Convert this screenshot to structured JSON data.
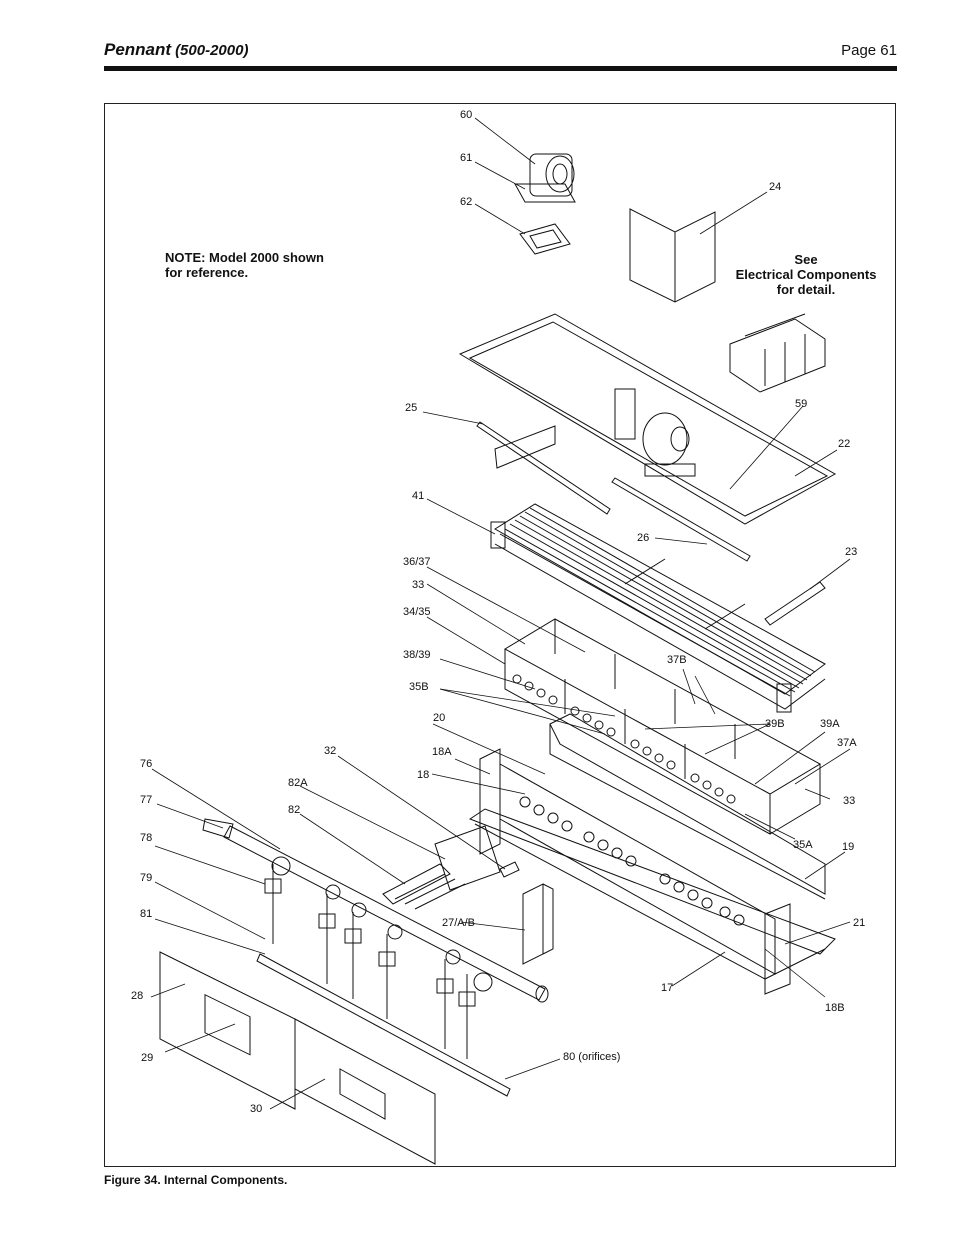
{
  "header": {
    "brand": "Pennant",
    "model": "(500-2000)",
    "page": "Page 61"
  },
  "figure": {
    "note_line1": "NOTE: Model 2000 shown",
    "note_line2": "for reference.",
    "see_line1": "See",
    "see_line2": "Electrical Components",
    "see_line3": "for detail.",
    "caption": "Figure 34. Internal Components."
  },
  "callouts": [
    {
      "id": "60"
    },
    {
      "id": "61"
    },
    {
      "id": "62"
    },
    {
      "id": "24"
    },
    {
      "id": "25"
    },
    {
      "id": "59"
    },
    {
      "id": "22"
    },
    {
      "id": "41"
    },
    {
      "id": "26"
    },
    {
      "id": "23"
    },
    {
      "id": "36/37"
    },
    {
      "id": "33"
    },
    {
      "id": "34/35"
    },
    {
      "id": "38/39"
    },
    {
      "id": "35B"
    },
    {
      "id": "37B"
    },
    {
      "id": "20"
    },
    {
      "id": "39B"
    },
    {
      "id": "39A"
    },
    {
      "id": "37A"
    },
    {
      "id": "18A"
    },
    {
      "id": "18"
    },
    {
      "id": "33"
    },
    {
      "id": "32"
    },
    {
      "id": "76"
    },
    {
      "id": "82A"
    },
    {
      "id": "82"
    },
    {
      "id": "77"
    },
    {
      "id": "35A"
    },
    {
      "id": "19"
    },
    {
      "id": "78"
    },
    {
      "id": "79"
    },
    {
      "id": "27/A/B"
    },
    {
      "id": "81"
    },
    {
      "id": "21"
    },
    {
      "id": "28"
    },
    {
      "id": "17"
    },
    {
      "id": "18B"
    },
    {
      "id": "29"
    },
    {
      "id": "80 (orifices)"
    },
    {
      "id": "30"
    }
  ]
}
